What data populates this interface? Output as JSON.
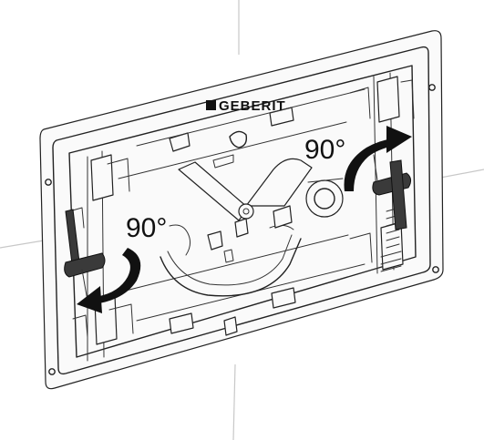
{
  "brand": "GEBERIT",
  "annotations": {
    "left_angle": "90°",
    "right_angle": "90°"
  },
  "colors": {
    "line": "#222222",
    "arrow": "#111111",
    "lever": "#3a3a3a",
    "wall_grid": "#c8c8c8",
    "background": "#ffffff"
  },
  "icons": {
    "brand_mark": "geberit-square-logo",
    "left_arrow": "rotate-down-arrow",
    "right_arrow": "rotate-up-arrow"
  }
}
